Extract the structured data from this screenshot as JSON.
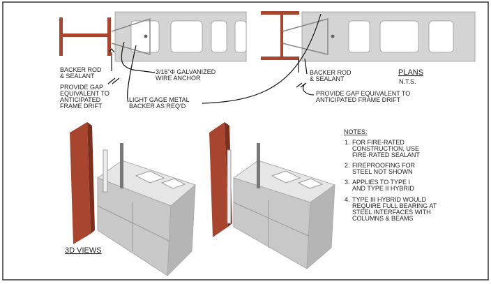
{
  "plan_labels": {
    "left_backer_rod": [
      "BACKER ROD",
      "& SEALANT"
    ],
    "left_gap": [
      "PROVIDE GAP",
      "EQUIVALENT TO",
      "ANTICIPATED",
      "FRAME DRIFT"
    ],
    "wire_anchor": [
      "3/16\"Φ GALVANIZED",
      "WIRE ANCHOR"
    ],
    "metal_backer": [
      "LIGHT GAGE METAL",
      "BACKER AS REQ'D"
    ],
    "right_backer_rod": [
      "BACKER ROD",
      "& SEALANT"
    ],
    "right_gap": [
      "PROVIDE GAP EQUIVALENT TO",
      "ANTICIPATED FRAME DRIFT"
    ]
  },
  "plans_title": "PLANS",
  "plans_scale": "N.T.S.",
  "views_title": "3D VIEWS",
  "notes": {
    "title": "NOTES:",
    "items": [
      {
        "num": "1.",
        "lines": [
          "FOR FIRE-RATED",
          "CONSTRUCTION, USE",
          "FIRE-RATED SEALANT"
        ]
      },
      {
        "num": "2.",
        "lines": [
          "FIREPROOFING FOR",
          "STEEL NOT SHOWN"
        ]
      },
      {
        "num": "3.",
        "lines": [
          "APPLIES TO TYPE I",
          "AND TYPE II HYBRID"
        ]
      },
      {
        "num": "4.",
        "lines": [
          "TYPE III HYBRID WOULD",
          "REQUIRE FULL BEARING AT",
          "STEEL INTERFACES WITH",
          "COLUMNS  & BEAMS"
        ]
      }
    ]
  },
  "colors": {
    "steel": "#a8452f",
    "concrete": "#d4d4d4",
    "border": "#333333"
  }
}
